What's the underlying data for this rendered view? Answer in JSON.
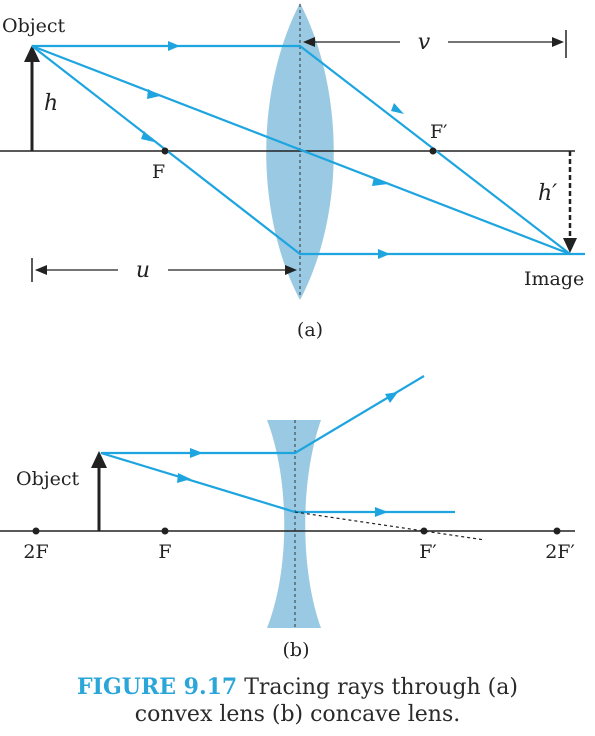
{
  "figure": {
    "caption_number": "FIGURE 9.17",
    "caption_text": " Tracing rays through (a)",
    "caption_text2": "convex lens  (b) concave lens."
  },
  "panel_a": {
    "sublabel": "(a)",
    "object_label": "Object",
    "image_label": "Image",
    "h_label": "h",
    "h_prime_label": "h′",
    "u_label": "u",
    "v_label": "v",
    "focus_label": "F",
    "focus_prime_label": "F′"
  },
  "panel_b": {
    "sublabel": "(b)",
    "object_label": "Object",
    "twoF_label": "2F",
    "F_label": "F",
    "F_prime_label": "F′",
    "twoF_prime_label": "2F′"
  },
  "colors": {
    "ray": "#1ea5e0",
    "lens": "#8fc4e0",
    "axis": "#222222",
    "caption_accent": "#2aa6d8"
  }
}
